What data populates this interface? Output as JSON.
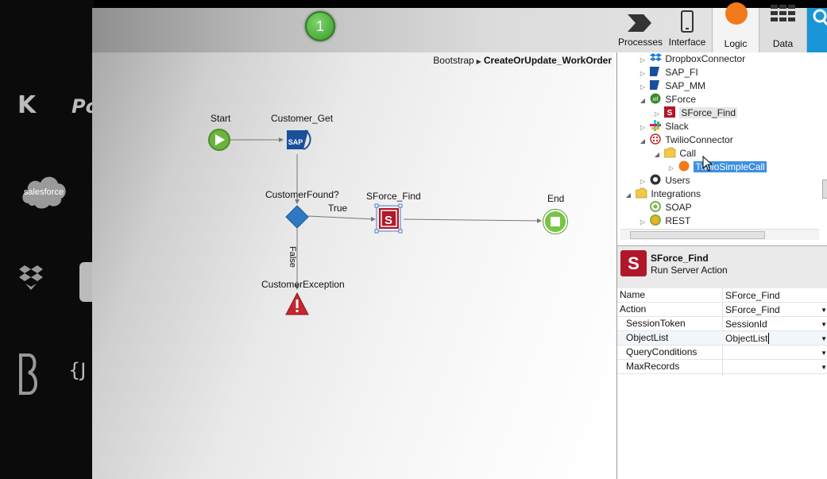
{
  "left_strip": {
    "glyph_x": "K",
    "glyph_po": "Po",
    "logo_salesforce": "salesforce",
    "glyph_json": "{J"
  },
  "topbar": {
    "step_number": "1",
    "nav": [
      {
        "label": "Processes",
        "icon": "processes-chevron-icon"
      },
      {
        "label": "Interface",
        "icon": "phone-icon"
      },
      {
        "label": "Logic",
        "icon": "orange-circle-icon",
        "active": true
      },
      {
        "label": "Data",
        "icon": "grid-icon"
      }
    ],
    "search_icon": "search-icon"
  },
  "breadcrumb": {
    "parent": "Bootstrap",
    "current": "CreateOrUpdate_WorkOrder"
  },
  "flow": {
    "nodes": [
      {
        "label": "Start"
      },
      {
        "label": "Customer_Get",
        "icon_text": "SAP"
      },
      {
        "label": "CustomerFound?"
      },
      {
        "label": "SForce_Find",
        "icon_text": "S"
      },
      {
        "label": "End"
      },
      {
        "label": "CustomerException"
      }
    ],
    "edges": [
      {
        "label": "True"
      },
      {
        "label": "False"
      }
    ]
  },
  "tree": {
    "items": [
      {
        "label": "DropboxConnector",
        "arrow": "▷",
        "icon": "dropbox-icon"
      },
      {
        "label": "SAP_FI",
        "arrow": "▷",
        "icon": "sap-icon"
      },
      {
        "label": "SAP_MM",
        "arrow": "▷",
        "icon": "sap-icon"
      },
      {
        "label": "SForce",
        "arrow": "◢",
        "icon": "xif-icon"
      },
      {
        "label": "SForce_Find",
        "arrow": "▷",
        "icon": "sforce-action-icon"
      },
      {
        "label": "Slack",
        "arrow": "▷",
        "icon": "slack-icon"
      },
      {
        "label": "TwilioConnector",
        "arrow": "◢",
        "icon": "twilio-icon"
      },
      {
        "label": "Call",
        "arrow": "◢",
        "icon": "folder-icon"
      },
      {
        "label": "TwilioSimpleCall",
        "arrow": "▷",
        "icon": "orange-circle-icon"
      },
      {
        "label": "Users",
        "arrow": "▷",
        "icon": "users-icon"
      },
      {
        "label": "Integrations",
        "arrow": "◢",
        "icon": "folder-icon"
      },
      {
        "label": "SOAP",
        "arrow": "",
        "icon": "soap-icon"
      },
      {
        "label": "REST",
        "arrow": "▷",
        "icon": "rest-icon"
      }
    ]
  },
  "properties": {
    "title": "SForce_Find",
    "subtitle": "Run Server Action",
    "icon_text": "S",
    "rows": [
      {
        "name": "Name",
        "value": "SForce_Find"
      },
      {
        "name": "Action",
        "value": "SForce_Find"
      },
      {
        "name": "SessionToken",
        "value": "SessionId"
      },
      {
        "name": "ObjectList",
        "value": "ObjectList"
      },
      {
        "name": "QueryConditions",
        "value": ""
      },
      {
        "name": "MaxRecords",
        "value": ""
      }
    ]
  },
  "colors": {
    "accent_green": "#5bb437",
    "sforce_red": "#b0172a",
    "twilio_orange": "#f27a1a",
    "search_blue": "#1a95d8",
    "selection_blue": "#3d8fe0"
  }
}
